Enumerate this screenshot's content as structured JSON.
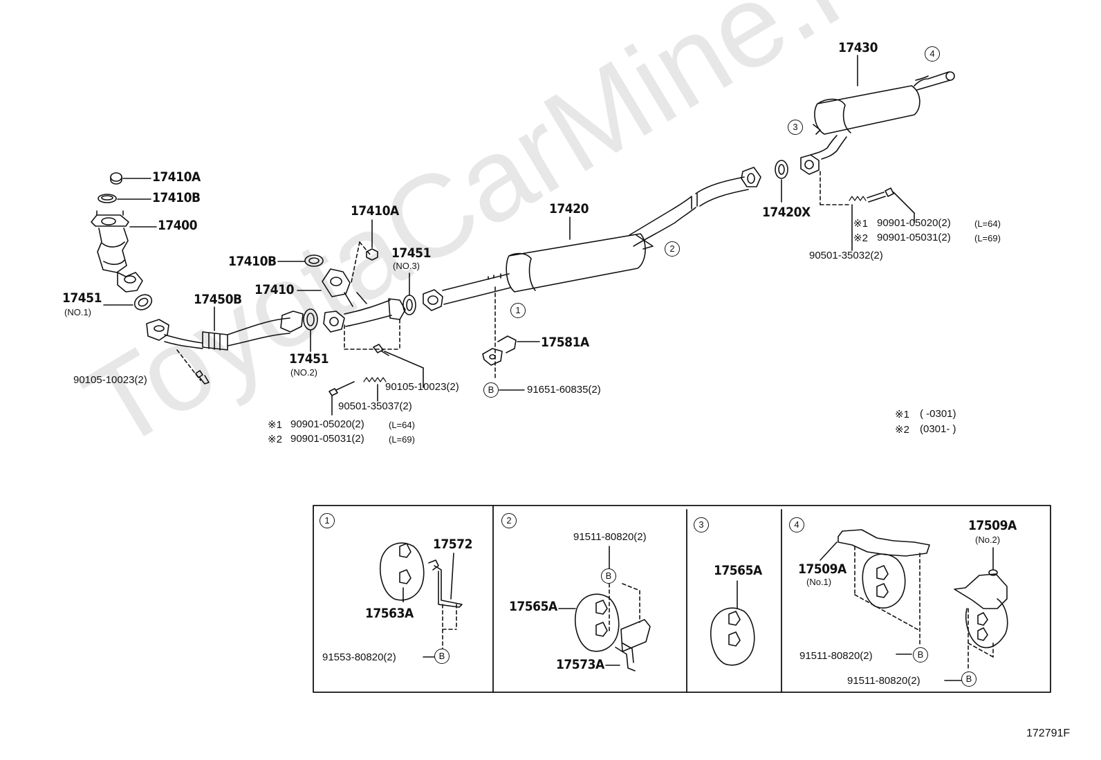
{
  "watermark": "ToyotaCarMine.ru",
  "figure_code": "172791F",
  "markers": {
    "circle_b": "B",
    "n1": "1",
    "n2": "2",
    "n3": "3",
    "n4": "4"
  },
  "labels": {
    "p17410A_top": "17410A",
    "p17410B_top": "17410B",
    "p17400": "17400",
    "p17451_no1": "17451",
    "p17451_no1_sub": "(NO.1)",
    "p17450B": "17450B",
    "p17410B_mid": "17410B",
    "p17410": "17410",
    "p17410A_mid": "17410A",
    "p17451_no3": "17451",
    "p17451_no3_sub": "(NO.3)",
    "p17451_no2": "17451",
    "p17451_no2_sub": "(NO.2)",
    "p17420": "17420",
    "p17581A": "17581A",
    "p17430": "17430",
    "p17420X": "17420X"
  },
  "part_numbers": {
    "bolt_left": "90105-10023(2)",
    "bolt_mid": "90105-10023(2)",
    "spring_mid": "90501-35037(2)",
    "clip_b": "91651-60835(2)",
    "opt1_mid_mark": "※1",
    "opt1_mid": "90901-05020(2)",
    "opt1_mid_len": "(L=64)",
    "opt2_mid_mark": "※2",
    "opt2_mid": "90901-05031(2)",
    "opt2_mid_len": "(L=69)",
    "opt1_right_mark": "※1",
    "opt1_right": "90901-05020(2)",
    "opt1_right_len": "(L=64)",
    "opt2_right_mark": "※2",
    "opt2_right": "90901-05031(2)",
    "opt2_right_len": "(L=69)",
    "spring_right": "90501-35032(2)"
  },
  "notes": {
    "note1_mark": "※1",
    "note1_text": "(      -0301)",
    "note2_mark": "※2",
    "note2_text": "(0301-      )"
  },
  "detail_boxes": {
    "box1": {
      "parts_a": "17572",
      "parts_b": "17563A",
      "pn": "91553-80820(2)"
    },
    "box2": {
      "pn_top": "91511-80820(2)",
      "parts_a": "17565A",
      "parts_b": "17573A"
    },
    "box3": {
      "parts_a": "17565A"
    },
    "box4": {
      "parts_a": "17509A",
      "parts_a_sub": "(No.1)",
      "parts_b": "17509A",
      "parts_b_sub": "(No.2)",
      "pn_a": "91511-80820(2)",
      "pn_b": "91511-80820(2)"
    }
  }
}
